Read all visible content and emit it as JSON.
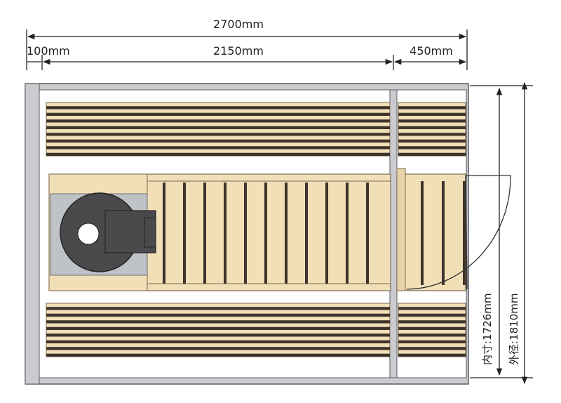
{
  "dimensions": {
    "total_width": "2700mm",
    "wall_width": "100mm",
    "main_room_width": "2150mm",
    "entry_width": "450mm",
    "inner_depth": "内寸:1726mm",
    "outer_depth": "外径:1810mm"
  },
  "colors": {
    "wall": "#c9cbcf",
    "wall_stroke": "#5a5c60",
    "wood": "#f1dfb7",
    "wood_stroke": "#7a6a50",
    "bench_stripe": "#3e342c",
    "stove": "#4a4a4c",
    "stove_tray": "#bfc2c6",
    "dim_line": "#222222"
  },
  "icons": {
    "stove": "sauna-stove-icon",
    "door_swing": "door-swing-arc-icon"
  }
}
